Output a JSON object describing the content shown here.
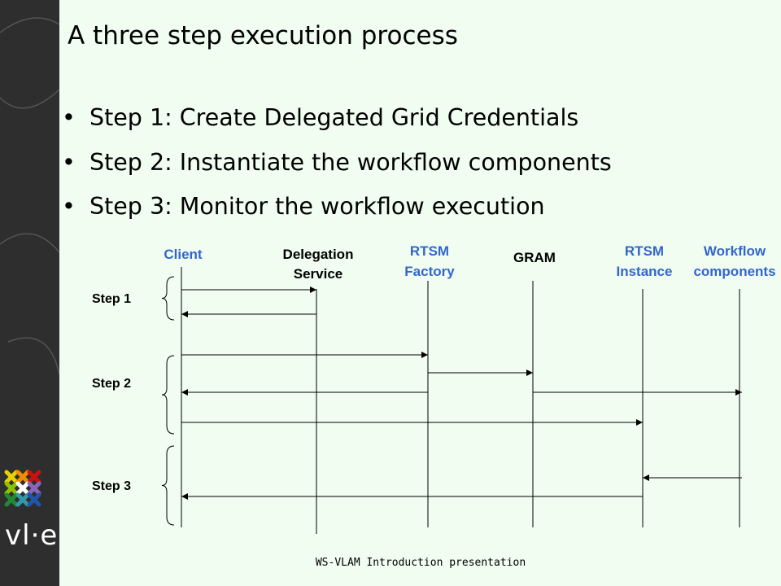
{
  "slide": {
    "title": "A three step execution process",
    "bullets": [
      "Step 1: Create Delegated Grid Credentials",
      "Step 2: Instantiate  the workflow components",
      "Step 3: Monitor the workflow execution"
    ],
    "footer": "WS-VLAM Introduction presentation"
  },
  "logo": {
    "text": "vl·e"
  },
  "diagram": {
    "participants": [
      {
        "id": "client",
        "lines": [
          "Client"
        ],
        "color": "#3366cc"
      },
      {
        "id": "delegation",
        "lines": [
          "Delegation",
          "Service"
        ],
        "color": "#000000"
      },
      {
        "id": "rtsm-factory",
        "lines": [
          "RTSM",
          "Factory"
        ],
        "color": "#3366cc"
      },
      {
        "id": "gram",
        "lines": [
          "GRAM"
        ],
        "color": "#000000"
      },
      {
        "id": "rtsm-instance",
        "lines": [
          "RTSM",
          "Instance"
        ],
        "color": "#3366cc"
      },
      {
        "id": "workflow",
        "lines": [
          "Workflow",
          "components"
        ],
        "color": "#3366cc"
      }
    ],
    "steps": [
      "Step 1",
      "Step 2",
      "Step 3"
    ],
    "messages": [
      {
        "from": "client",
        "to": "delegation"
      },
      {
        "from": "delegation",
        "to": "client"
      },
      {
        "from": "client",
        "to": "rtsm-factory"
      },
      {
        "from": "rtsm-factory",
        "to": "gram"
      },
      {
        "from": "rtsm-factory",
        "to": "client"
      },
      {
        "from": "gram",
        "to": "workflow"
      },
      {
        "from": "client",
        "to": "rtsm-instance"
      },
      {
        "from": "workflow",
        "to": "rtsm-instance"
      },
      {
        "from": "rtsm-instance",
        "to": "client"
      }
    ]
  }
}
